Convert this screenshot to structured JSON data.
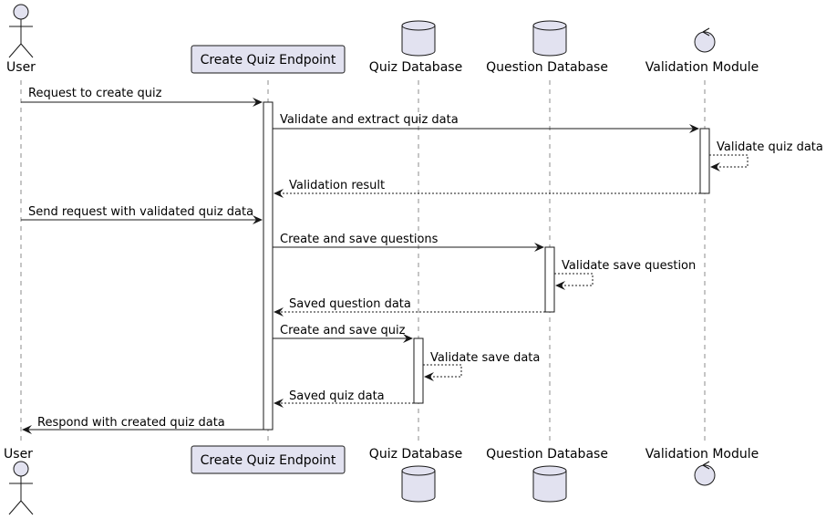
{
  "colors": {
    "participant_fill": "#E2E2F0",
    "line": "#181818",
    "background": "#FFFFFF"
  },
  "participants": [
    {
      "id": "user",
      "label": "User",
      "kind": "actor"
    },
    {
      "id": "endpoint",
      "label": "Create Quiz Endpoint",
      "kind": "participant"
    },
    {
      "id": "quizdb",
      "label": "Quiz Database",
      "kind": "database"
    },
    {
      "id": "questiondb",
      "label": "Question Database",
      "kind": "database"
    },
    {
      "id": "validation",
      "label": "Validation Module",
      "kind": "control"
    }
  ],
  "messages": [
    {
      "from": "user",
      "to": "endpoint",
      "label": "Request to create quiz",
      "style": "solid"
    },
    {
      "from": "endpoint",
      "to": "validation",
      "label": "Validate and extract quiz data",
      "style": "solid"
    },
    {
      "from": "validation",
      "to": "validation",
      "label": "Validate quiz data",
      "style": "dashed"
    },
    {
      "from": "validation",
      "to": "endpoint",
      "label": "Validation result",
      "style": "dashed"
    },
    {
      "from": "user",
      "to": "endpoint",
      "label": "Send request with validated quiz data",
      "style": "solid"
    },
    {
      "from": "endpoint",
      "to": "questiondb",
      "label": "Create and save questions",
      "style": "solid"
    },
    {
      "from": "questiondb",
      "to": "questiondb",
      "label": "Validate save question",
      "style": "dashed"
    },
    {
      "from": "questiondb",
      "to": "endpoint",
      "label": "Saved question data",
      "style": "dashed"
    },
    {
      "from": "endpoint",
      "to": "quizdb",
      "label": "Create and save quiz",
      "style": "solid"
    },
    {
      "from": "quizdb",
      "to": "quizdb",
      "label": "Validate save data",
      "style": "dashed"
    },
    {
      "from": "quizdb",
      "to": "endpoint",
      "label": "Saved quiz data",
      "style": "dashed"
    },
    {
      "from": "endpoint",
      "to": "user",
      "label": "Respond with created quiz data",
      "style": "solid"
    }
  ]
}
